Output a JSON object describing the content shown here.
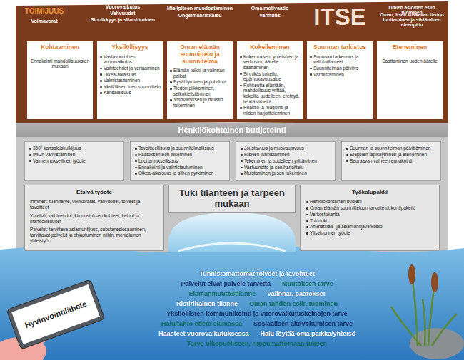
{
  "diagram": {
    "nodes": [
      {
        "text": [
          "Kohtaaminen",
          "Ennakointi mahdollisuuksien mukaan"
        ]
      },
      {
        "text": [
          "Yksilöllisyys",
          "Vastavuoroinen vuorovaikutus",
          "Vaihtoehdot ja vertaaminen",
          "Oikea-aikaisuus",
          "Valmistautuminen",
          "Yksilöllisen tuen suunnittelu",
          "Kansalaisuus"
        ]
      },
      {
        "text": [
          "Oman elämän suunnittelu ja suunnitelma",
          "Elämän tulkki ja valinnan paikat",
          "Pysähtyminen ja pohdinta",
          "Tiedon pilkkominen, selkokielistäminen",
          "Ymmärryksen ja muistin tukeminen"
        ]
      },
      {
        "text": [
          "Kokeileminen",
          "Kokemuksen, yhteisöjen ja verkoston äärelle saattaminen",
          "Sinnikäs kokeilu, epämukavuusalue",
          "Rohkeutta elämään, mahdollisuus yrittää, kokeilla uudelleen, erehtyä, tehdä virheitä",
          "Reaktio ja reagointi ja niiden harjoitteleminen"
        ]
      },
      {
        "text": [
          "Suunnan tarkistus",
          "Suunnan tarkennus ja valintatilanteet",
          "Suunnitelman päivitys",
          "Varmistaminen"
        ]
      },
      {
        "text": [
          "Eteneminen",
          "Saattaminen uuden äärelle"
        ]
      },
      {
        "text": [
          "Henkilökohtainen budjetointi"
        ]
      },
      {
        "text": [
          "360° kansalaiskulkijuus",
          "IMOn vahvistaminen",
          "Valmennuksellinen työote"
        ]
      },
      {
        "text": [
          "Tavoitteellisuus ja suunnitelmallisuus",
          "Päätöksenteon tukeminen",
          "Luottamuksellisuus",
          "Ennakointi ja valmistautuminen",
          "Oikea-aikaisuus ja siihen pyrkiminen"
        ]
      },
      {
        "text": [
          "Joustavuus ja muovautuvuus",
          "Riskien tunnistaminen",
          "Tekeminen ja uudelleen yrittäminen",
          "Vastuunotto ja sen harjoittelu",
          "Muistaminen ja sen tukeminen"
        ]
      },
      {
        "text": [
          "Suunnan ja suunnitelman päivittäminen",
          "Steppien läpikäyminen ja eteneminen",
          "Seuraavan vaiheen ennakointi"
        ]
      },
      {
        "text": [
          "Etsivä työote",
          "Ihminen: tuen tarve, voimavarat, vahvuudet, toiveet ja tavoitteet",
          "Yhteisö: vaihtoehdot, kiinnostuksen kohteet, keinot ja mahdollisuudet",
          "Palvelut: tarvittava asiantuntijuus, substanssiosaaminen, tarvittavat palvelut ja ohjautuminen niihin, monialainen yhteistyö"
        ]
      },
      {
        "text": [
          "Tuki tilanteen ja tarpeen mukaan"
        ]
      },
      {
        "text": [
          "Työkalupakki",
          "Henkilökohtainen budjetti",
          "Oman elämän suunnitteluun tarkoitetut korttipaketit",
          "Verkostokartta",
          "Tukirinki",
          "Ammatillais- ja asiantuntijaverkosto",
          "Ylisektorinen työote"
        ]
      },
      {
        "text": [
          "Hyvinvointilähete"
        ]
      }
    ],
    "labels": [
      "TOIMIJUUS",
      "Voimavarat",
      "Vuorovaikutus",
      "Vahvuudet",
      "Sinnikkyys ja sitoutuminen",
      "Mielipiteen muodostaminen",
      "Ongelmanratkaisu",
      "Oma motivaatio",
      "Varmuus",
      "ITSE",
      "Omien asioiden esiin tuominen",
      "Oman, itseä koskevan tiedon tuottaminen ja siirtäminen eteenpäin",
      "Tunnistamattomat toiveet ja tavoitteet",
      "Palvelut eivät palvele tarvetta",
      "Muutoksen tarve",
      "Elämänmuutostilanne",
      "Valinnat, päätökset",
      "Ristiriitainen tilanne",
      "Oman tahdon esiin tuominen",
      "Yksilöllisten kommunikointi ja vuorovaikutuskeinojen tarve",
      "Halu/tahto edetä elämässä",
      "Sosiaalisen aktivoitumisen tarve",
      "Haasteet vuorovaikutuksessa",
      "Halu löytää oma paikka/yhteisö",
      "Tarve ulkopuoliseen, riippumattomaan tukeen"
    ]
  }
}
